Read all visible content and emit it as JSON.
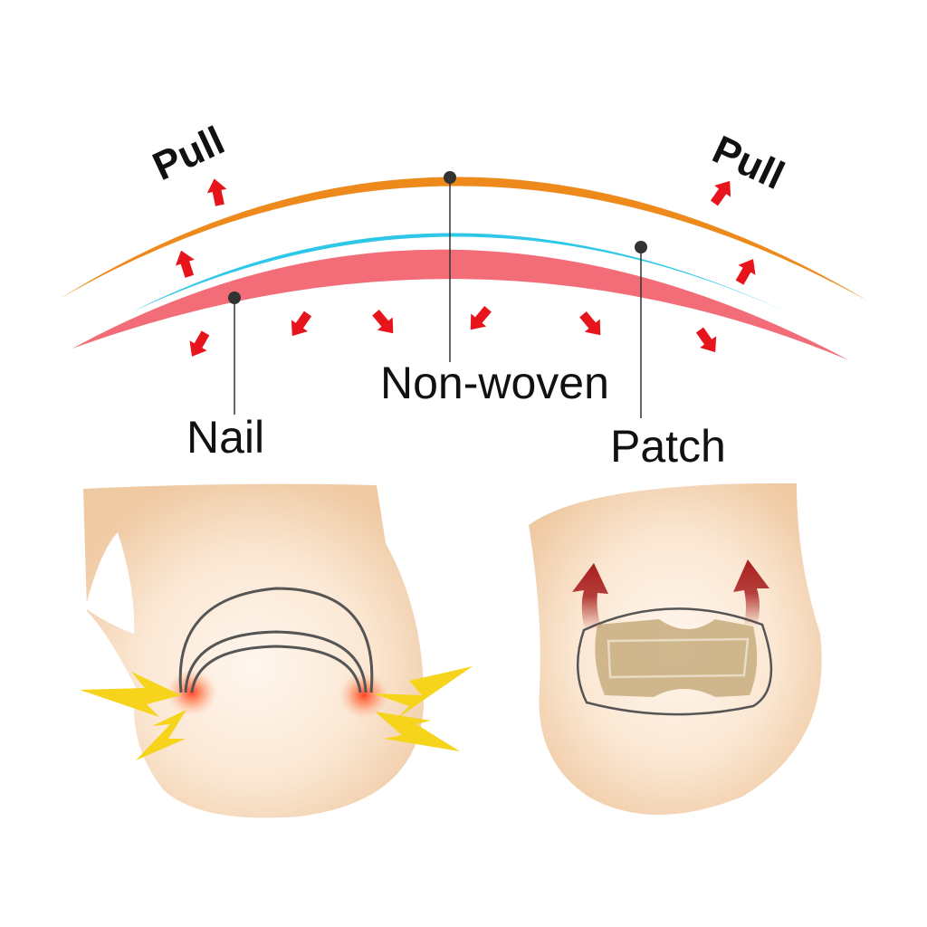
{
  "labels": {
    "pull_left": "Pull",
    "pull_right": "Pull",
    "non_woven": "Non-woven",
    "nail": "Nail",
    "patch": "Patch"
  },
  "colors": {
    "orange_band": "#ee8a1c",
    "cyan_band": "#2ec7e8",
    "nail_pink": "#f26d78",
    "arrow_red": "#e8141c",
    "skin": "#f6d9b8",
    "patch_tan": "#cbb186",
    "burst_yellow": "#f6d41c",
    "pain_red": "#ff4a2a",
    "lift_arrow": "#a8201e"
  },
  "icons": {
    "pain": "lightning-bolt-icon",
    "lift": "curved-up-arrow-icon",
    "force": "red-force-arrow-icon"
  }
}
